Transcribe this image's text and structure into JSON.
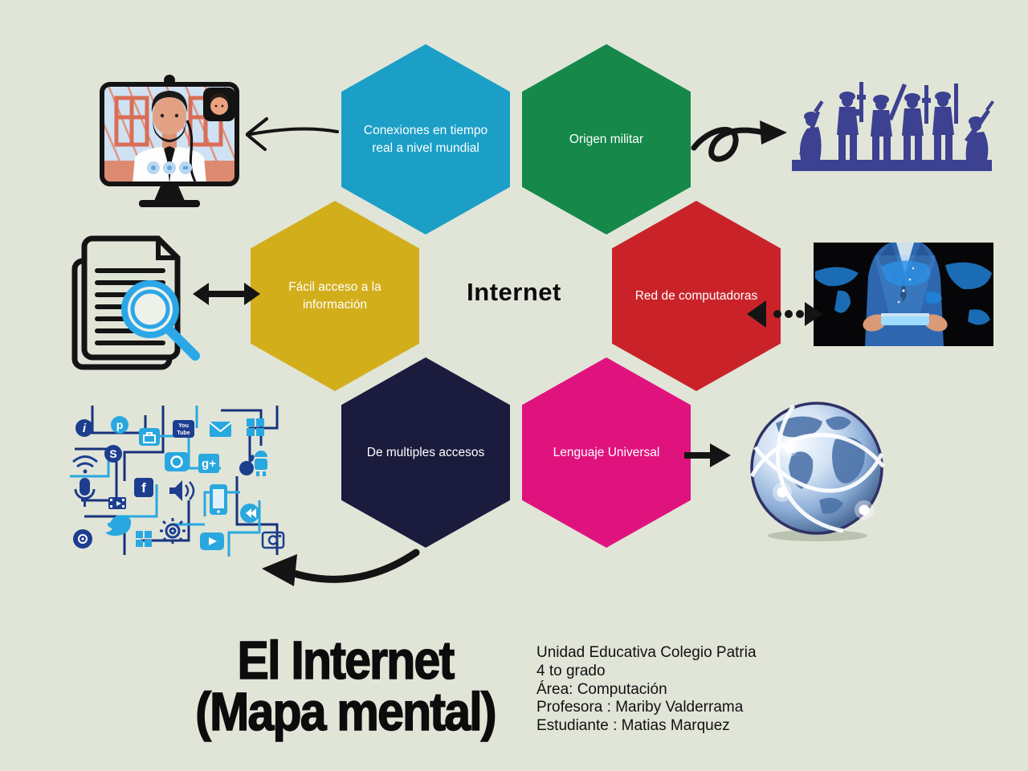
{
  "colors": {
    "background": "#e0e5d8",
    "arrow_black": "#141414",
    "hex_text": "#ffffff",
    "collage_light_blue": "#29a8e0",
    "collage_navy": "#1d3e8f",
    "soldiers_navy": "#3c4191"
  },
  "center": {
    "label": "Internet"
  },
  "hexagons": [
    {
      "id": "conexiones",
      "label": "Conexiones en tiempo real a nivel mundial",
      "color": "#1b9fc7"
    },
    {
      "id": "origen-militar",
      "label": "Origen militar",
      "color": "#15884a"
    },
    {
      "id": "facil-acceso",
      "label": "Fácil acceso a la información",
      "color": "#d3ae1b"
    },
    {
      "id": "red-computadoras",
      "label": "Red de computadoras",
      "color": "#c92329"
    },
    {
      "id": "multiples-accesos",
      "label": "De multiples accesos",
      "color": "#1a1b3d"
    },
    {
      "id": "lenguaje-universal",
      "label": "Lenguaje Universal",
      "color": "#e0137e"
    }
  ],
  "title": {
    "line1": "El Internet",
    "line2": "(Mapa mental)"
  },
  "info": {
    "lines": [
      "Unidad Educativa Colegio Patria",
      "4 to grado",
      "Área: Computación",
      "Profesora : Mariby Valderrama",
      "Estudiante : Matias Marquez"
    ]
  },
  "illustrations": [
    "video-call-monitor-illustration",
    "soldiers-silhouette-illustration",
    "document-search-illustration",
    "tablet-world-map-photo",
    "social-media-network-collage",
    "globe-network-illustration"
  ],
  "arrows": [
    "left-arrow-to-monitor",
    "loop-arrow-to-soldiers",
    "double-arrow-documents",
    "dotted-double-arrow-photo",
    "right-arrow-to-globe",
    "curved-arrow-to-collage"
  ]
}
